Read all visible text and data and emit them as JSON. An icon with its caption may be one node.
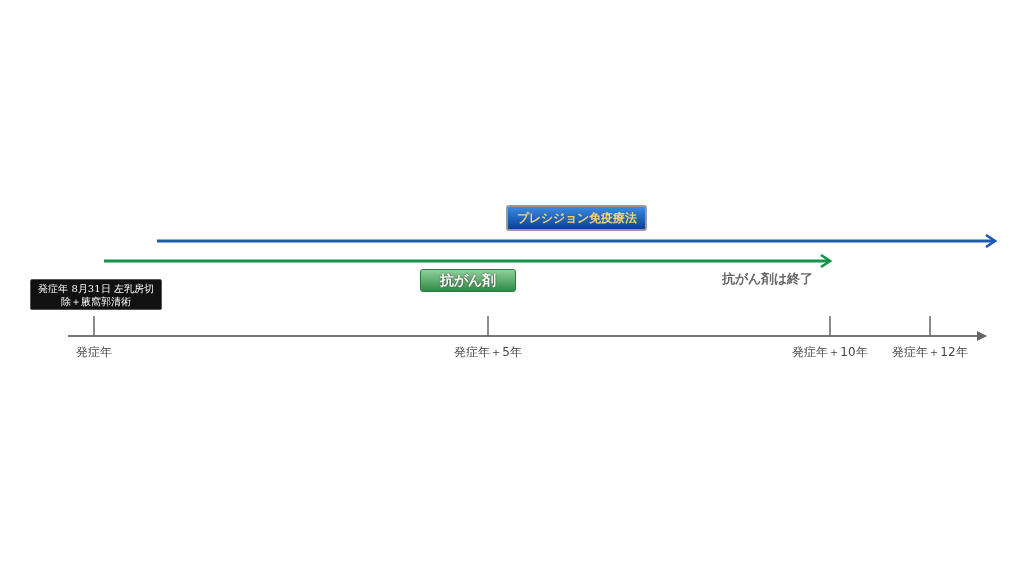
{
  "diagram": {
    "nodes": [
      {
        "text": [
          "発症年 8月31日 左乳房切除＋腋窩郭清術"
        ]
      },
      {
        "text": [
          "プレシジョン免疫療法"
        ]
      },
      {
        "text": [
          "抗がん剤"
        ]
      }
    ],
    "labels": [
      "抗がん剤は終了",
      "発症年",
      "発症年＋5年",
      "発症年＋10年",
      "発症年＋12年"
    ]
  }
}
